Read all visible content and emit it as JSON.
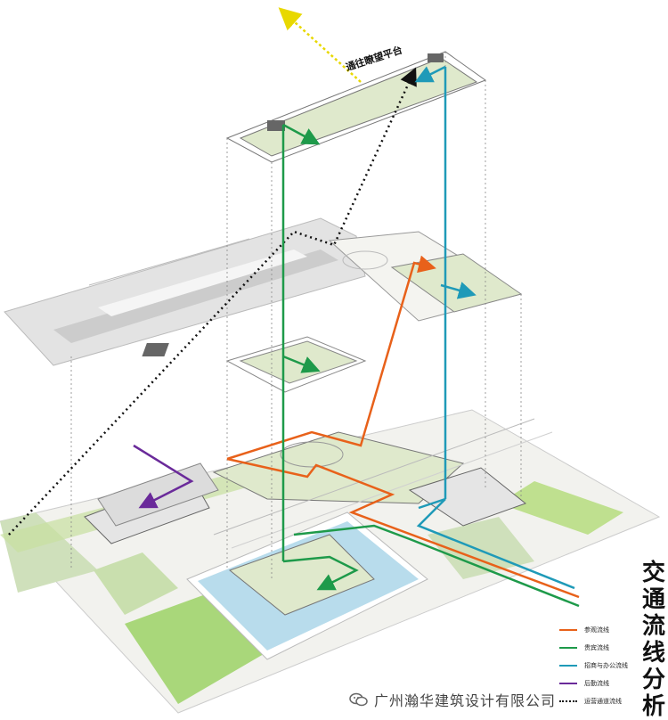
{
  "diagram": {
    "title_chars": [
      "交",
      "通",
      "流",
      "线",
      "分",
      "析"
    ],
    "callout_label": "通往瞭望平台",
    "legend": [
      {
        "label": "参观流线",
        "color": "#e8611a",
        "style": "solid"
      },
      {
        "label": "贵宾流线",
        "color": "#1e9a4a",
        "style": "solid"
      },
      {
        "label": "招商与办公流线",
        "color": "#1f9ab8",
        "style": "solid"
      },
      {
        "label": "后勤流线",
        "color": "#6a2a9a",
        "style": "solid"
      },
      {
        "label": "运营通道流线",
        "color": "#111111",
        "style": "dashed"
      }
    ],
    "watermark_text": "广州瀚华建筑设计有限公司",
    "colors": {
      "orange": "#e8611a",
      "green": "#1e9a4a",
      "cyan": "#1f9ab8",
      "purple": "#6a2a9a",
      "black": "#111111",
      "yellow": "#e8d800",
      "floor": "#dfe9cc",
      "floor_alt": "#eef2e4",
      "water": "#b8dcec",
      "grass": "#a9d77a"
    }
  }
}
